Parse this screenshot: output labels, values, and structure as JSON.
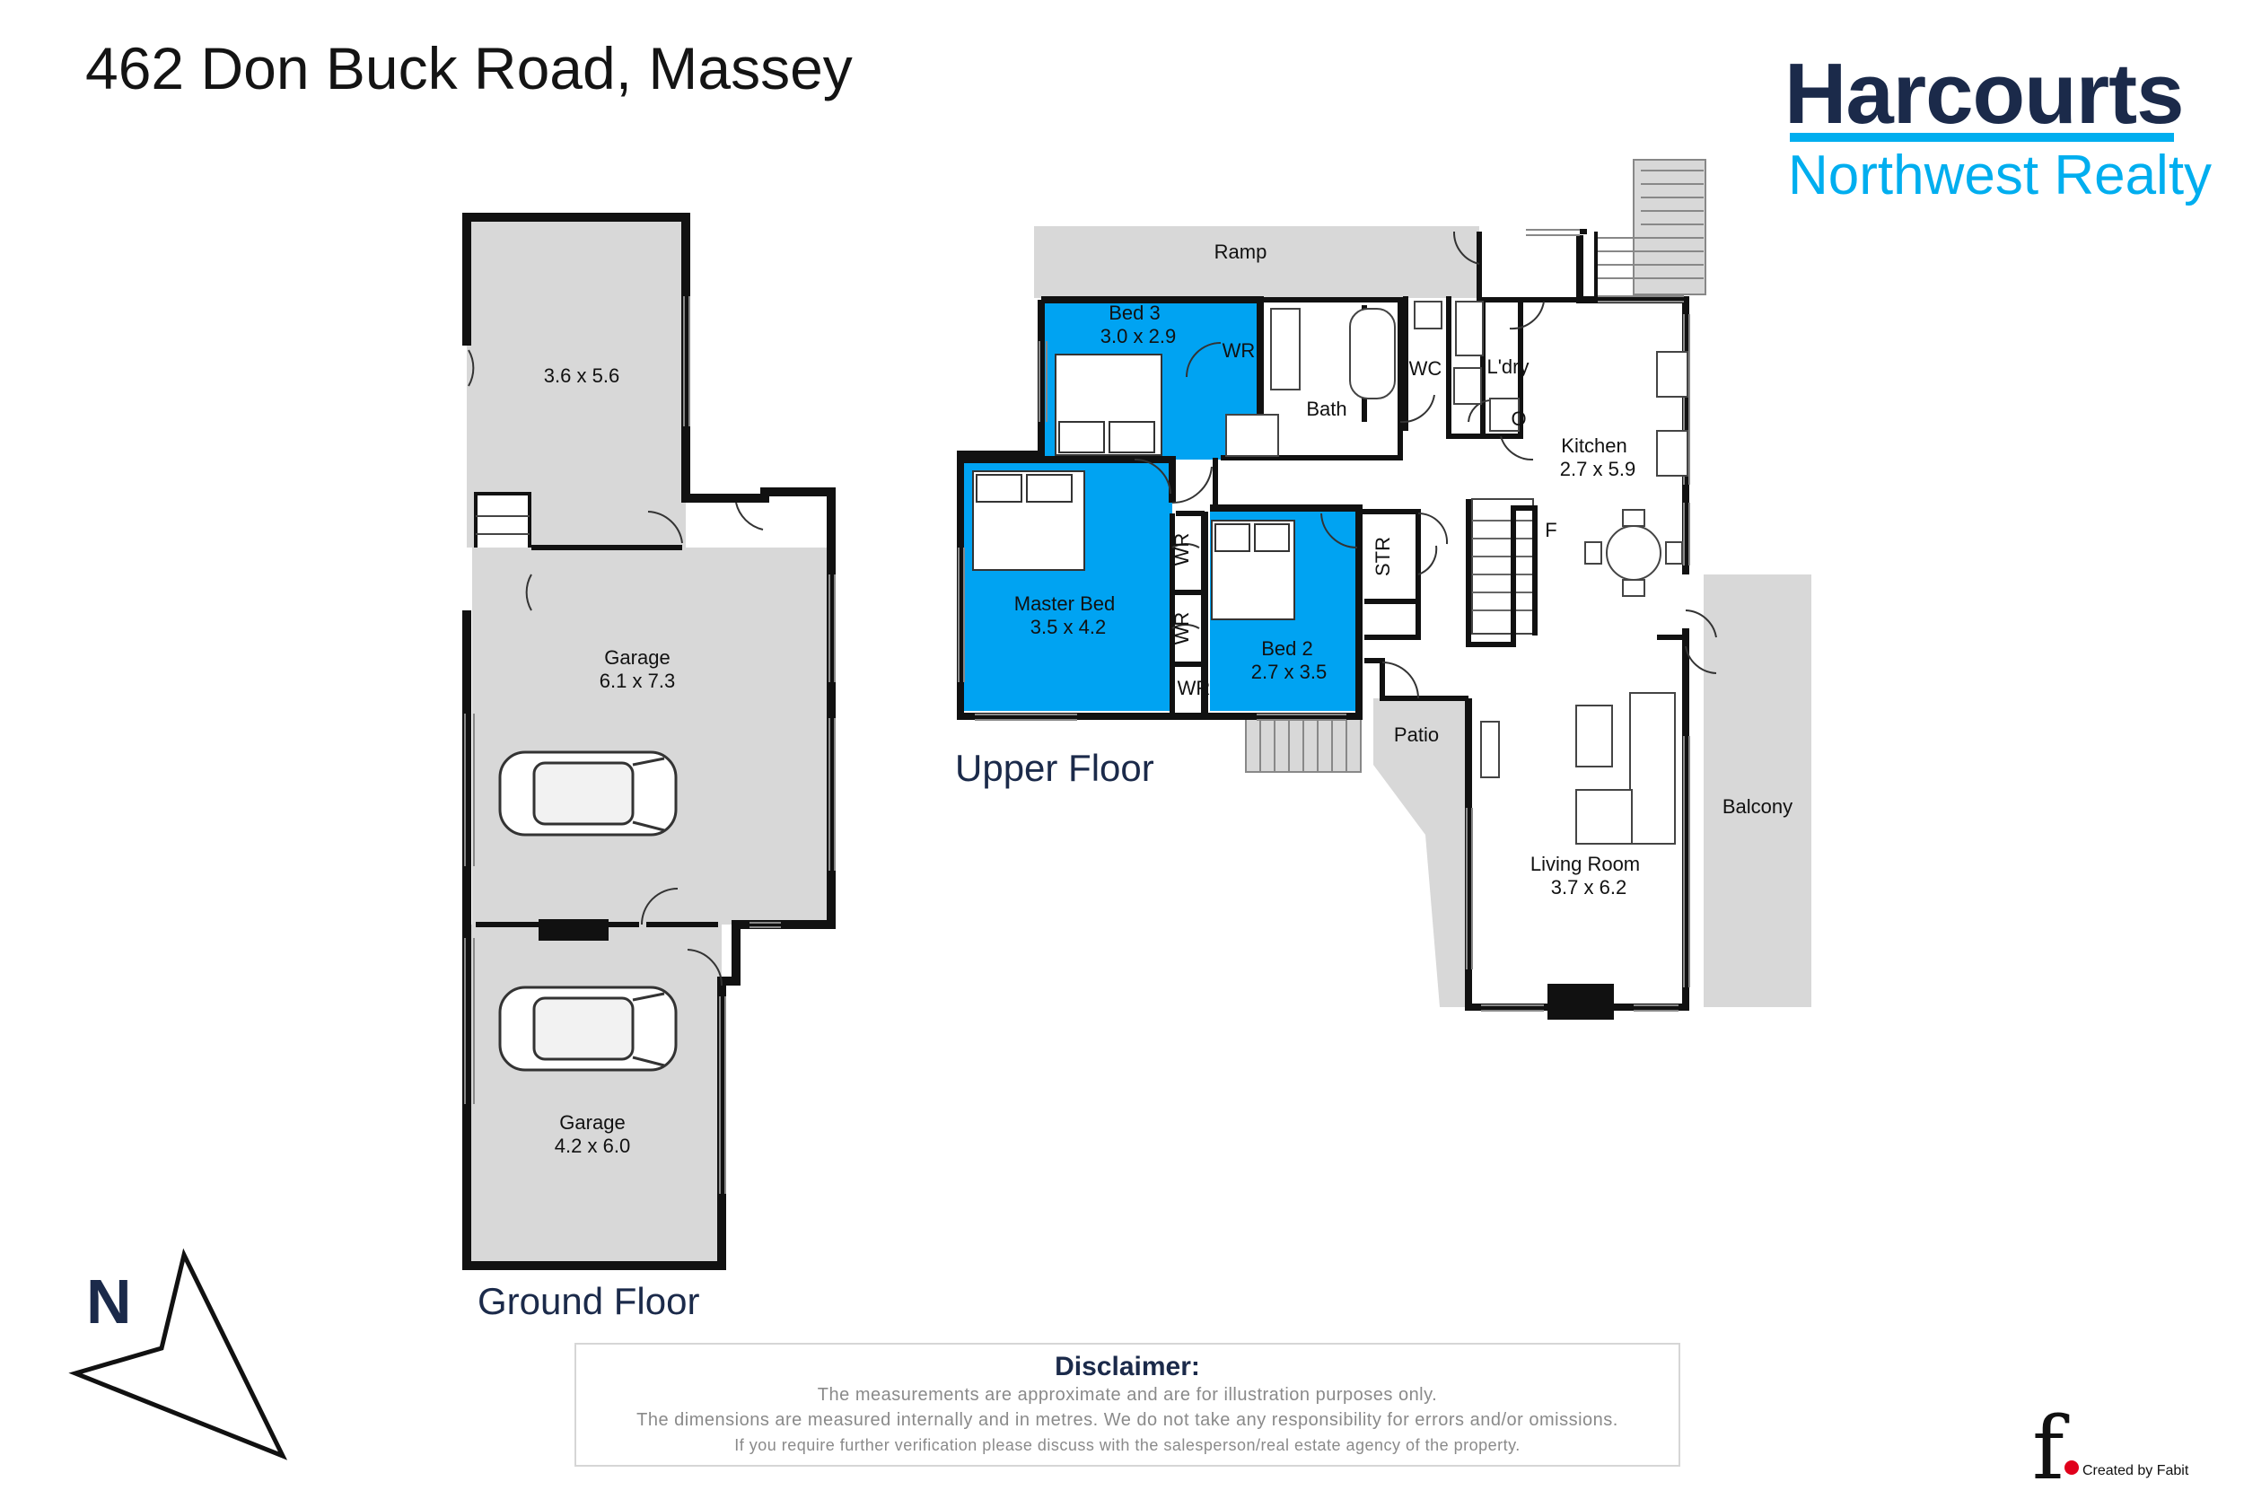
{
  "address": "462 Don Buck Road, Massey",
  "brand": {
    "name": "Harcourts",
    "subtitle": "Northwest Realty",
    "accent_color": "#00aeef",
    "navy_color": "#1b2a4a"
  },
  "colors": {
    "bedroom_fill": "#00a3f2",
    "area_fill": "#d8d8d8",
    "wall": "#111111"
  },
  "ground_floor": {
    "label": "Ground Floor",
    "rooms": [
      {
        "name": "",
        "dims": "3.6 x 5.6"
      },
      {
        "name": "Garage",
        "dims": "6.1 x 7.3"
      },
      {
        "name": "Garage",
        "dims": "4.2 x 6.0"
      }
    ]
  },
  "upper_floor": {
    "label": "Upper Floor",
    "rooms": [
      {
        "name": "Ramp"
      },
      {
        "name": "Bed 3",
        "dims": "3.0 x 2.9"
      },
      {
        "name": "WR"
      },
      {
        "name": "Bath"
      },
      {
        "name": "WC"
      },
      {
        "name": "L'dry"
      },
      {
        "name": "O"
      },
      {
        "name": "Kitchen",
        "dims": "2.7 x 5.9"
      },
      {
        "name": "F"
      },
      {
        "name": "Master Bed",
        "dims": "3.5 x 4.2"
      },
      {
        "name": "WR"
      },
      {
        "name": "WR"
      },
      {
        "name": "Bed 2",
        "dims": "2.7 x 3.5"
      },
      {
        "name": "WR"
      },
      {
        "name": "STR"
      },
      {
        "name": "Patio"
      },
      {
        "name": "Living Room",
        "dims": "3.7 x 6.2"
      },
      {
        "name": "Balcony"
      }
    ]
  },
  "compass": {
    "letter": "N",
    "icon": "north-arrow-icon"
  },
  "disclaimer": {
    "title": "Disclaimer:",
    "lines": [
      "The measurements are approximate and are for illustration purposes only.",
      "The dimensions are measured internally and in metres. We do not take any responsibility for errors and/or omissions.",
      "If you require further verification please discuss with the salesperson/real estate agency of the property."
    ]
  },
  "credit": {
    "mark": "f",
    "text": "Created by Fabit"
  }
}
